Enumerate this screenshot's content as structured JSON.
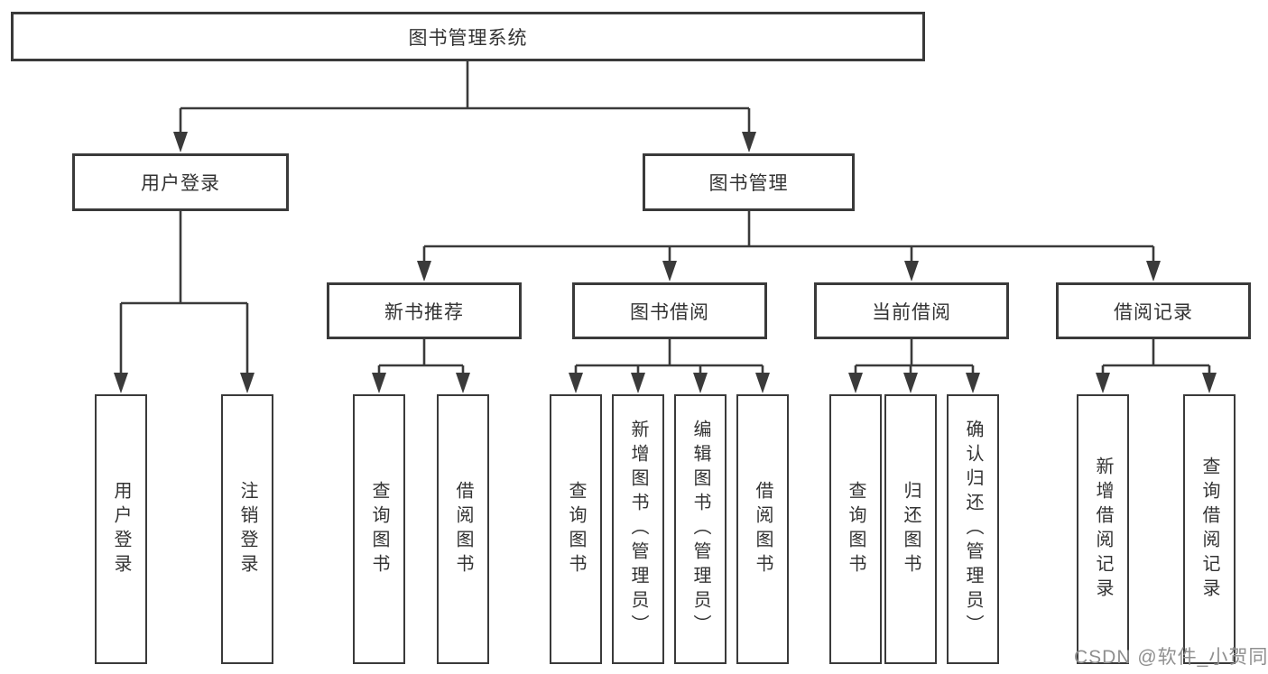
{
  "diagram": {
    "title": "图书管理系统",
    "nodes": {
      "root": "图书管理系统",
      "level1": [
        "用户登录",
        "图书管理"
      ],
      "level2": [
        "新书推荐",
        "图书借阅",
        "当前借阅",
        "借阅记录"
      ],
      "leaves": {
        "user_login": [
          "用户登录",
          "注销登录"
        ],
        "new_books": [
          "查询图书",
          "借阅图书"
        ],
        "book_borrow": [
          "查询图书",
          "新增图书（管理员）",
          "编辑图书（管理员）",
          "借阅图书"
        ],
        "current_borrow": [
          "查询图书",
          "归还图书",
          "确认归还（管理员）"
        ],
        "borrow_records": [
          "新增借阅记录",
          "查询借阅记录"
        ]
      }
    },
    "colors": {
      "line": "#3a3a3a",
      "box_border": "#3a3a3a",
      "text": "#333333",
      "background": "#ffffff",
      "watermark": "#8f8f8f"
    }
  },
  "watermark": {
    "text": "CSDN @软件_小贺同学"
  }
}
